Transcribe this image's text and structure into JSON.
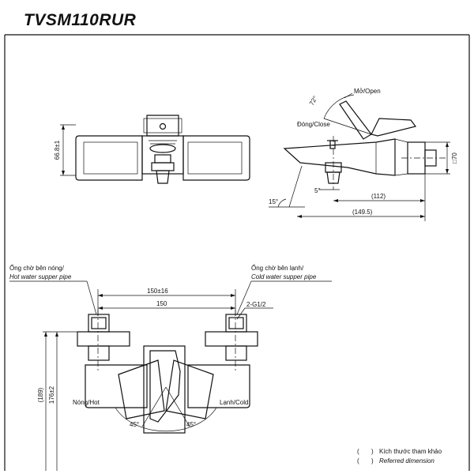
{
  "title": "TVSM110RUR",
  "top_left": {
    "dimension": "66.8±1"
  },
  "top_right": {
    "open_label": "Mở/Open",
    "close_label": "Đóng/Close",
    "angle_open": "72°",
    "angle_5": "5°",
    "angle_15": "15°",
    "dim_112": "(112)",
    "dim_149": "(149.5)",
    "dim_70": "□70"
  },
  "bottom": {
    "hot_pipe_vi": "Ống chờ bên nóng/",
    "hot_pipe_en": "Hot water supper pipe",
    "cold_pipe_vi": "Ống chờ bên lạnh/",
    "cold_pipe_en": "Cold water supper pipe",
    "dim_150_16": "150±16",
    "dim_150": "150",
    "thread": "2-G1/2",
    "dim_189": "(189)",
    "dim_176": "176±2",
    "hot_label": "Nóng/Hot",
    "cold_label": "Lạnh/Cold",
    "angle_left": "45°",
    "angle_right": "45°"
  },
  "legend": {
    "paren_open_1": "(",
    "paren_close_1": ")",
    "ref_vi": "Kích thước tham khảo",
    "paren_open_2": "(",
    "paren_close_2": ")",
    "ref_en": "Referred dimension"
  }
}
